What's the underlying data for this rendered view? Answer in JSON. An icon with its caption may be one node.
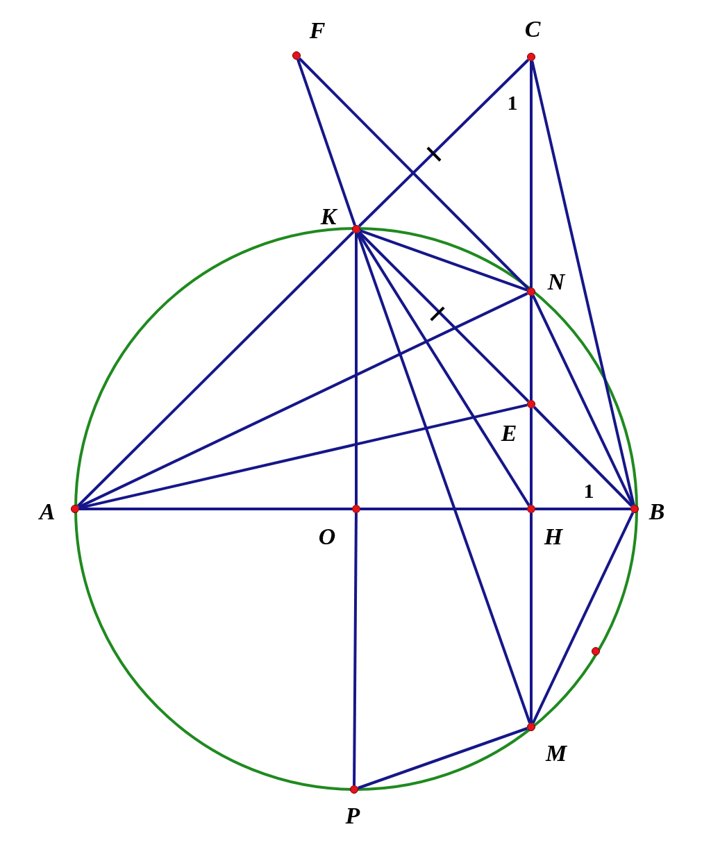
{
  "diagram": {
    "nodes": [
      {
        "text": [
          "F"
        ]
      },
      {
        "text": [
          "C"
        ]
      },
      {
        "text": [
          "K"
        ]
      },
      {
        "text": [
          "N"
        ]
      },
      {
        "text": [
          "E"
        ]
      },
      {
        "text": [
          "A"
        ]
      },
      {
        "text": [
          "O"
        ]
      },
      {
        "text": [
          "H"
        ]
      },
      {
        "text": [
          "B"
        ]
      },
      {
        "text": [],
        "shape": "circle"
      },
      {
        "text": [
          "M"
        ]
      },
      {
        "text": [
          "P"
        ]
      }
    ],
    "edges": [
      {
        "from": 0,
        "to": 2,
        "arrow": "none"
      },
      {
        "from": 0,
        "to": 3,
        "arrow": "none"
      },
      {
        "from": 1,
        "to": 2,
        "arrow": "none"
      },
      {
        "from": 1,
        "to": 3,
        "arrow": "none"
      },
      {
        "from": 3,
        "to": 4,
        "arrow": "none"
      },
      {
        "from": 4,
        "to": 7,
        "arrow": "none"
      },
      {
        "from": 7,
        "to": 10,
        "arrow": "none"
      },
      {
        "from": 1,
        "to": 8,
        "arrow": "none"
      },
      {
        "from": 2,
        "to": 5,
        "arrow": "none"
      },
      {
        "from": 2,
        "to": 3,
        "arrow": "none"
      },
      {
        "from": 2,
        "to": 4,
        "arrow": "none"
      },
      {
        "from": 4,
        "to": 8,
        "arrow": "none"
      },
      {
        "from": 2,
        "to": 7,
        "arrow": "none"
      },
      {
        "from": 2,
        "to": 10,
        "arrow": "none"
      },
      {
        "from": 2,
        "to": 6,
        "arrow": "none"
      },
      {
        "from": 6,
        "to": 11,
        "arrow": "none"
      },
      {
        "from": 5,
        "to": 3,
        "arrow": "none"
      },
      {
        "from": 5,
        "to": 4,
        "arrow": "none"
      },
      {
        "from": 5,
        "to": 6,
        "arrow": "none"
      },
      {
        "from": 6,
        "to": 7,
        "arrow": "none"
      },
      {
        "from": 7,
        "to": 8,
        "arrow": "none"
      },
      {
        "from": 3,
        "to": 8,
        "arrow": "none"
      },
      {
        "from": 8,
        "to": 10,
        "arrow": "none"
      },
      {
        "from": 10,
        "to": 11,
        "arrow": "none"
      }
    ],
    "labels": [
      "1",
      "1"
    ]
  }
}
